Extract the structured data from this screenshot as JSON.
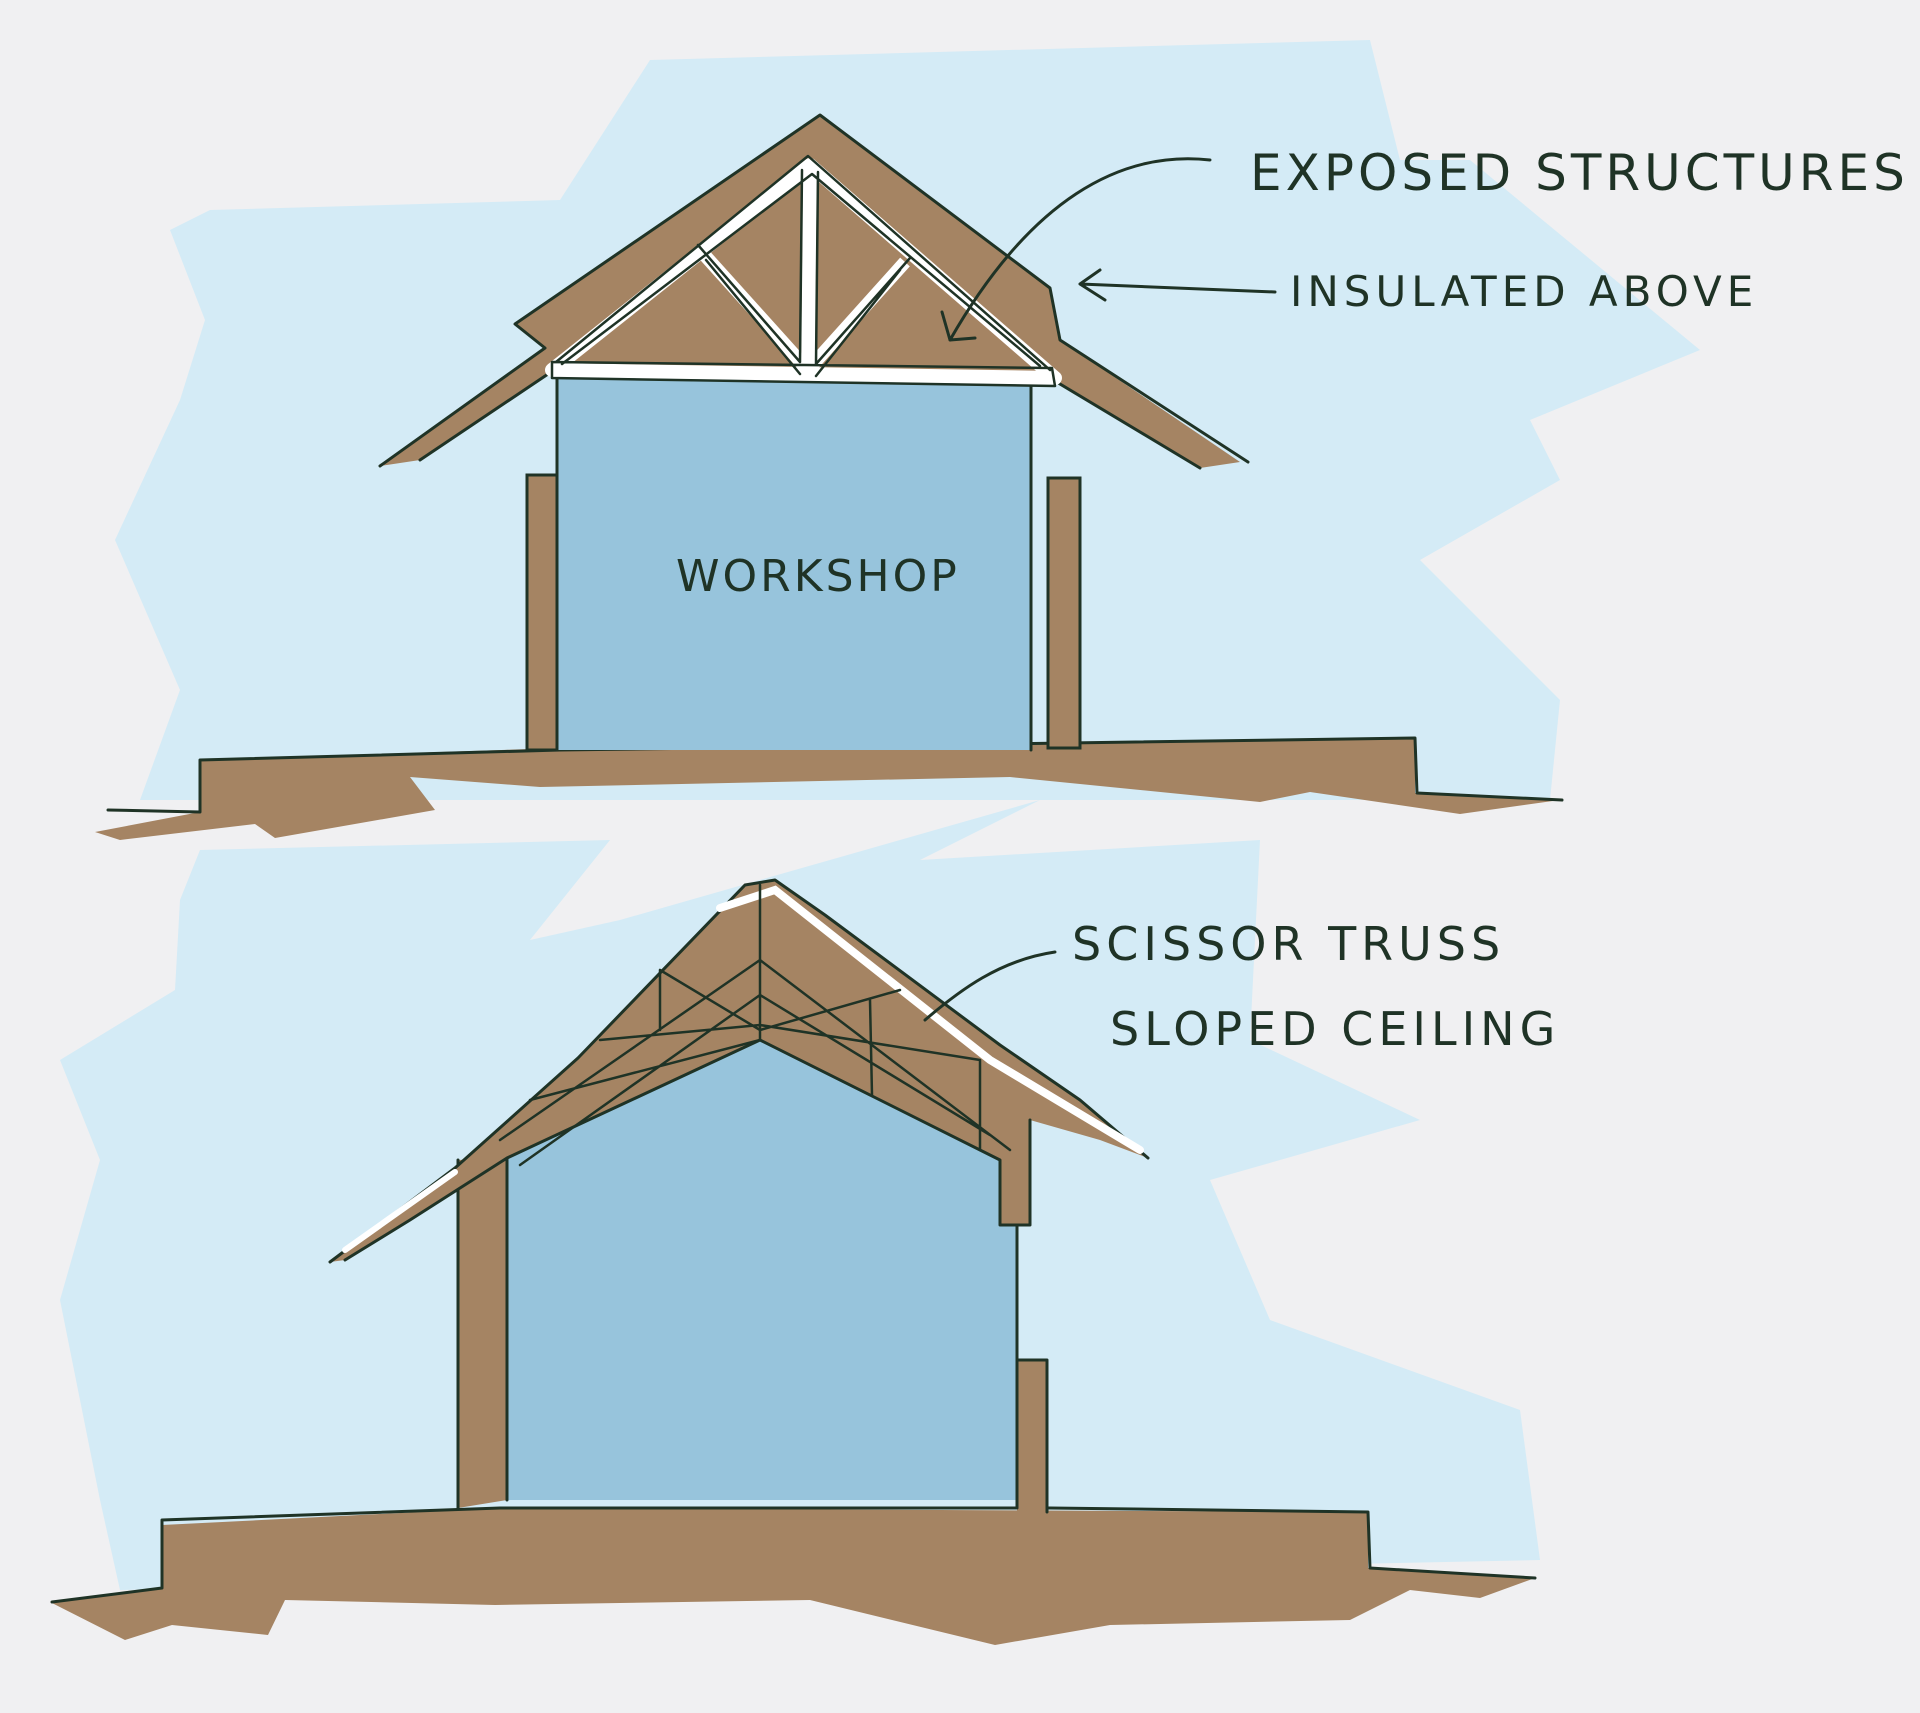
{
  "colors": {
    "background": "#f0f0f2",
    "sky": "#d4ebf6",
    "interior": "#97c4dc",
    "attic": "#aed2e6",
    "earth": "#a58463",
    "timber": "#ffffff",
    "ink": "#1f3326"
  },
  "section_a": {
    "room_label": "WORKSHOP",
    "annotations": {
      "exposed": "EXPOSED STRUCTURES",
      "insulated": "INSULATED ABOVE"
    }
  },
  "section_b": {
    "annotations": {
      "truss": "SCISSOR TRUSS",
      "ceiling": "SLOPED CEILING"
    }
  }
}
